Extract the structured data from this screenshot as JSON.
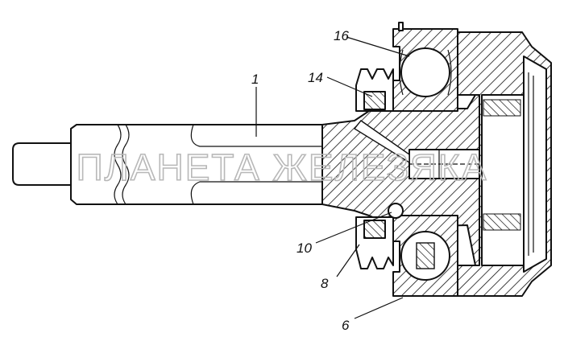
{
  "watermark": "ПЛАНЕТА ЖЕЛЕЗЯКА",
  "callouts": {
    "c1": "1",
    "c6": "6",
    "c8": "8",
    "c10": "10",
    "c14": "14",
    "c16": "16"
  },
  "colors": {
    "line": "#111111",
    "fill_shaft": "#ffffff",
    "watermark": "#b8b8b8"
  }
}
